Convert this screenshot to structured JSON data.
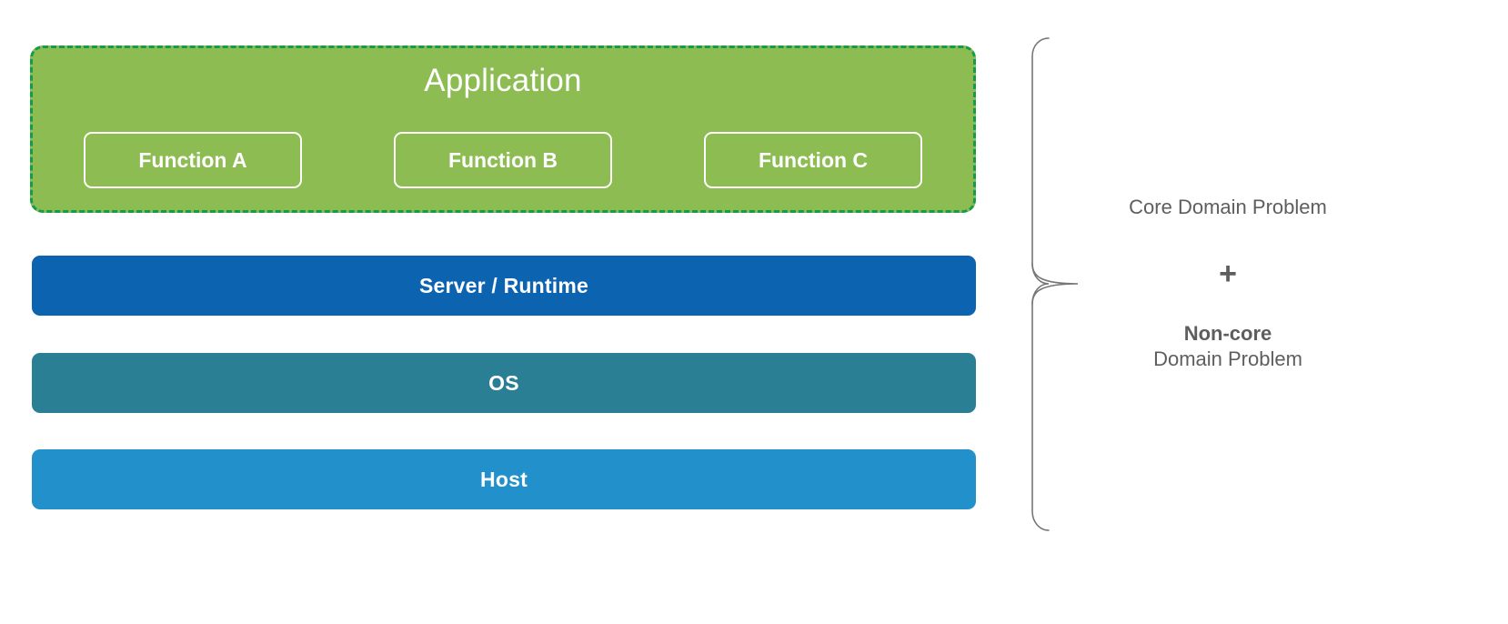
{
  "diagram": {
    "application": {
      "title": "Application",
      "fill_color": "#8cbc52",
      "border_color": "#159b4c",
      "functions": [
        {
          "label": "Function A"
        },
        {
          "label": "Function B"
        },
        {
          "label": "Function C"
        }
      ]
    },
    "stack_layers": [
      {
        "label": "Server / Runtime",
        "color": "#0c63b0"
      },
      {
        "label": "OS",
        "color": "#2b7f95"
      },
      {
        "label": "Host",
        "color": "#2291cb"
      }
    ],
    "annotation": {
      "core_label": "Core Domain Problem",
      "plus_symbol": "+",
      "noncore_label": "Non-core",
      "noncore_sub_label": "Domain Problem",
      "text_color": "#5e5e5e",
      "brace_color": "#767676"
    }
  }
}
